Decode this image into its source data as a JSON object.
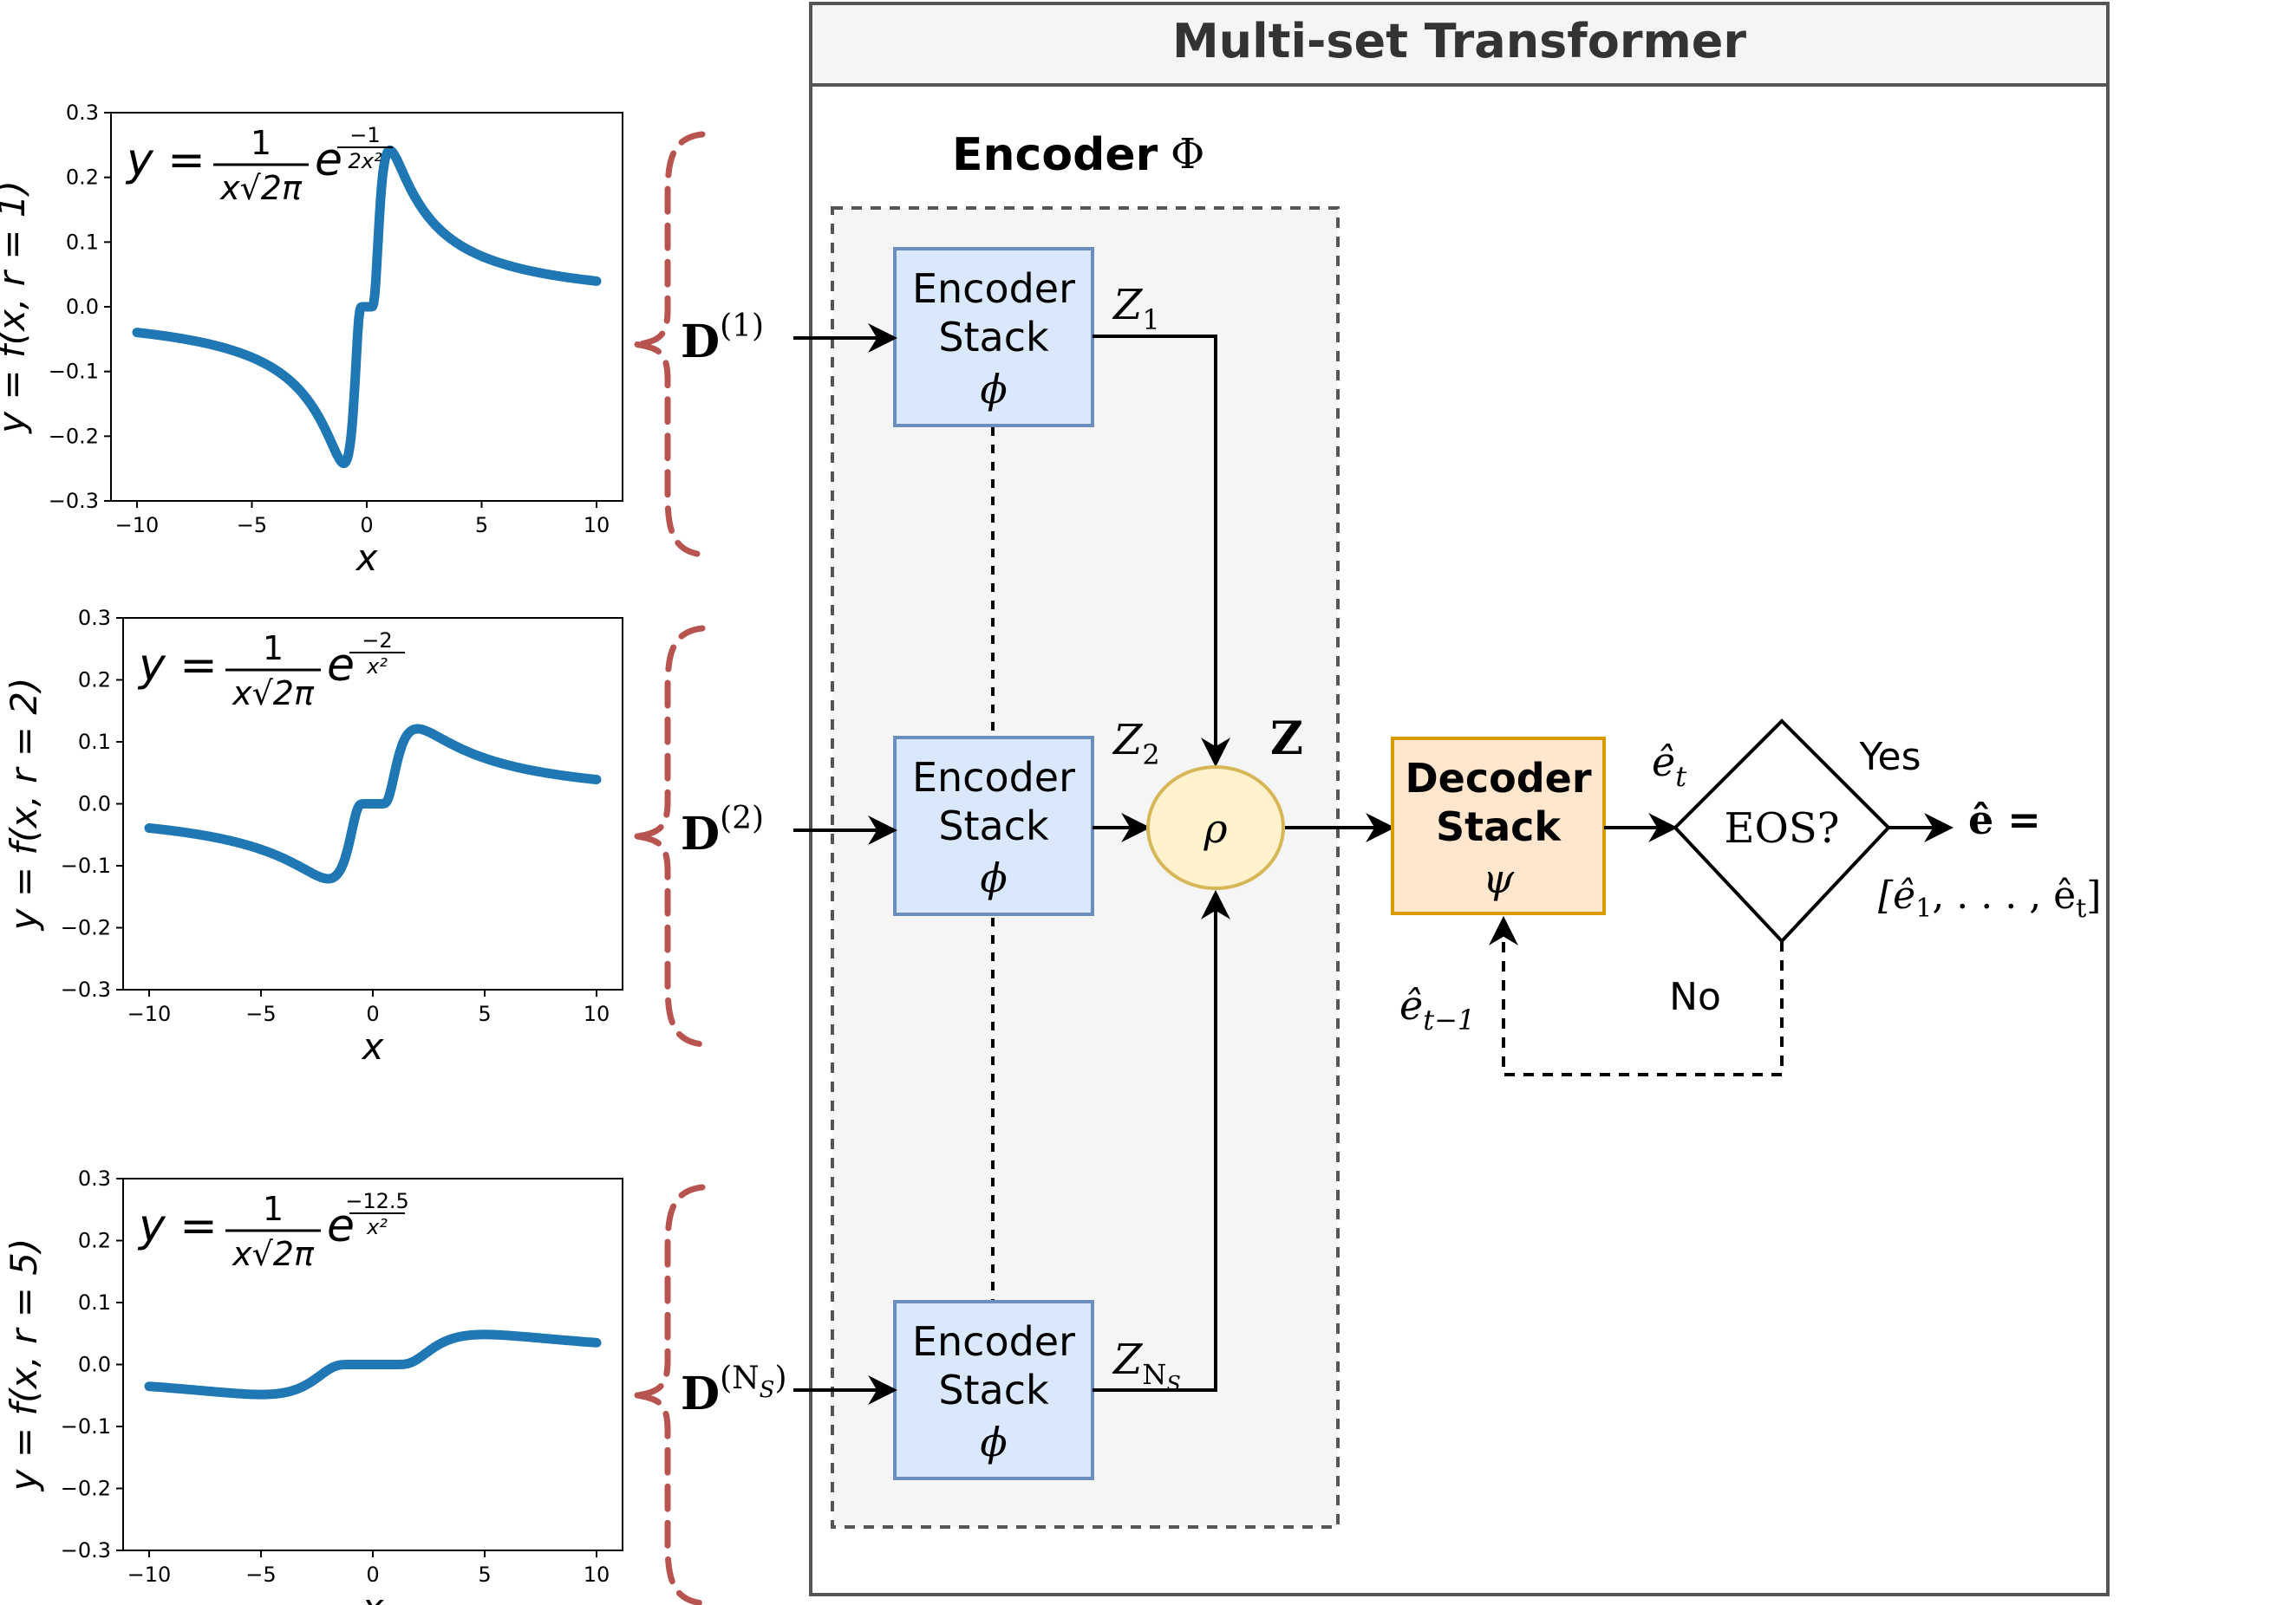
{
  "transformer": {
    "title": "Multi-set Transformer",
    "encoder_label": "Encoder",
    "encoder_symbol": "Φ"
  },
  "encoder_stacks": [
    {
      "line1": "Encoder",
      "line2": "Stack",
      "symbol": "ϕ",
      "output": "Z",
      "output_sub": "1"
    },
    {
      "line1": "Encoder",
      "line2": "Stack",
      "symbol": "ϕ",
      "output": "Z",
      "output_sub": "2"
    },
    {
      "line1": "Encoder",
      "line2": "Stack",
      "symbol": "ϕ",
      "output": "Z",
      "output_sub": "N",
      "output_subsub": "S"
    }
  ],
  "inputs": [
    {
      "base": "D",
      "sup": "(1)"
    },
    {
      "base": "D",
      "sup": "(2)"
    },
    {
      "base": "D",
      "sup": "(N",
      "sup_sub": "S",
      "sup_close": ")"
    }
  ],
  "aggregation": {
    "symbol": "ρ",
    "z_label": "Z"
  },
  "decoder": {
    "line1": "Decoder",
    "line2": "Stack",
    "symbol": "ψ"
  },
  "eos": {
    "label": "EOS?",
    "yes": "Yes",
    "no": "No"
  },
  "labels": {
    "e_hat_t": "ê",
    "e_hat_t_sub": "t",
    "e_hat_prev": "ê",
    "e_hat_prev_sub": "t−1",
    "output_line1": "ê =",
    "output_line2_a": "[ê",
    "output_line2_a_sub": "1",
    "output_line2_b": ", . . . , ê",
    "output_line2_b_sub": "t",
    "output_line2_c": "]"
  },
  "colors": {
    "encoder_fill": "#dae8fc",
    "encoder_stroke": "#6c8ebf",
    "decoder_fill": "#ffe6cc",
    "decoder_stroke": "#d79b00",
    "rho_fill": "#fff2cc",
    "rho_stroke": "#d6b656",
    "curve": "#1f77b4",
    "brace": "#b85450",
    "panel_fill": "#f5f5f5",
    "header_fill": "#f5f5f5"
  },
  "chart_data": [
    {
      "type": "line",
      "formula": {
        "y": "y =",
        "num": "1",
        "den": "x√2π",
        "e": "e",
        "exp_num": "−1",
        "exp_den": "2x²"
      },
      "ylabel": "y = f(x, r = 1)",
      "xlabel": "x",
      "r": 1,
      "xlim": [
        -10,
        10
      ],
      "ylim": [
        -0.3,
        0.3
      ],
      "xticks": [
        "−10",
        "−5",
        "0",
        "5",
        "10"
      ],
      "yticks": [
        "−0.3",
        "−0.2",
        "−0.1",
        "0.0",
        "0.1",
        "0.2",
        "0.3"
      ]
    },
    {
      "type": "line",
      "formula": {
        "y": "y =",
        "num": "1",
        "den": "x√2π",
        "e": "e",
        "exp_num": "−2",
        "exp_den": "x²"
      },
      "ylabel": "y = f(x, r = 2)",
      "xlabel": "x",
      "r": 2,
      "xlim": [
        -10,
        10
      ],
      "ylim": [
        -0.3,
        0.3
      ],
      "xticks": [
        "−10",
        "−5",
        "0",
        "5",
        "10"
      ],
      "yticks": [
        "−0.3",
        "−0.2",
        "−0.1",
        "0.0",
        "0.1",
        "0.2",
        "0.3"
      ]
    },
    {
      "type": "line",
      "formula": {
        "y": "y =",
        "num": "1",
        "den": "x√2π",
        "e": "e",
        "exp_num": "−12.5",
        "exp_den": "x²"
      },
      "ylabel": "y = f(x, r = 5)",
      "xlabel": "x",
      "r": 5,
      "xlim": [
        -10,
        10
      ],
      "ylim": [
        -0.3,
        0.3
      ],
      "xticks": [
        "−10",
        "−5",
        "0",
        "5",
        "10"
      ],
      "yticks": [
        "−0.3",
        "−0.2",
        "−0.1",
        "0.0",
        "0.1",
        "0.2",
        "0.3"
      ]
    }
  ]
}
